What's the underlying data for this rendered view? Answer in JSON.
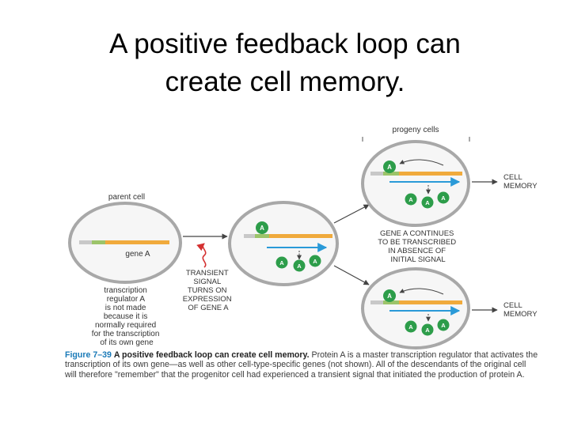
{
  "title": {
    "line1": "A positive feedback loop can",
    "line2": "create cell memory."
  },
  "figure": {
    "progeny_label": "progeny cells",
    "parent_label": "parent cell",
    "gene_label": "gene A",
    "protein_letter": "A",
    "signal_label": [
      "TRANSIENT",
      "SIGNAL",
      "TURNS ON",
      "EXPRESSION",
      "OF GENE A"
    ],
    "continues_label": [
      "GENE A CONTINUES",
      "TO BE TRANSCRIBED",
      "IN ABSENCE OF",
      "INITIAL SIGNAL"
    ],
    "memory_label_top": [
      "CELL",
      "MEMORY"
    ],
    "memory_label_bottom": [
      "CELL",
      "MEMORY"
    ],
    "parent_note": [
      "transcription",
      "regulator A",
      "is not made",
      "because it is",
      "normally required",
      "for the transcription",
      "of its own gene"
    ]
  },
  "caption": {
    "figure_number": "Figure 7–39",
    "caption_title": "A positive feedback loop can create cell memory.",
    "body": "Protein A is a master transcription regulator that activates the transcription of its own gene—as well as other cell-type-specific genes (not shown). All of the descendants of the original cell will therefore \"remember\" that the progenitor cell had experienced a transient signal that initiated the production of protein A."
  },
  "colors": {
    "cell_border": "#a8a8a8",
    "cell_fill": "#f6f6f6",
    "gene_orange": "#f0aa3c",
    "gene_green": "#9cc46a",
    "gene_grey": "#c8c8c8",
    "protein_green": "#2d9d4a",
    "arrow_blue": "#2a9ad8",
    "caption_blue": "#1a7ab8"
  }
}
